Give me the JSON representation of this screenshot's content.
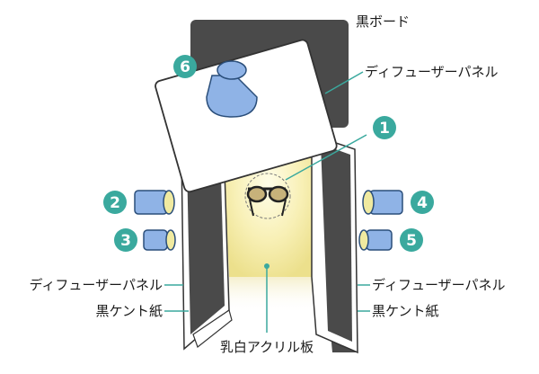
{
  "labels": {
    "black_board": "黒ボード",
    "diffuser_top": "ディフューザーパネル",
    "diffuser_left": "ディフューザーパネル",
    "black_paper_left": "黒ケント紙",
    "diffuser_right": "ディフューザーパネル",
    "black_paper_right": "黒ケント紙",
    "milky_acrylic": "乳白アクリル板"
  },
  "markers": {
    "m1": "1",
    "m2": "2",
    "m3": "3",
    "m4": "4",
    "m5": "5",
    "m6": "6"
  },
  "colors": {
    "marker": "#3aa99e",
    "light": "#8fb3e6",
    "dark_panel": "#4a4a4a",
    "glow_center": "#fdfbd0",
    "glow_edge": "#f2e59a",
    "leader": "#3aa99e"
  },
  "icons": {
    "subject": "sunglasses-icon"
  }
}
